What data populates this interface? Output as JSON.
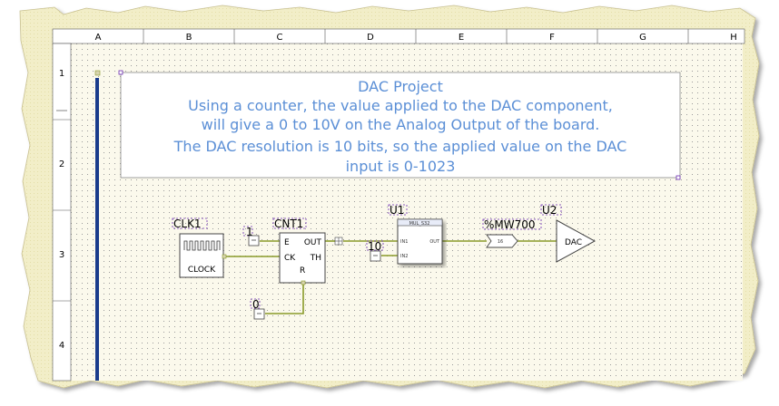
{
  "columns": [
    "A",
    "B",
    "C",
    "D",
    "E",
    "F",
    "G",
    "H"
  ],
  "rows": [
    "1",
    "2",
    "3",
    "4"
  ],
  "comment": {
    "lines": [
      "DAC Project",
      "Using a counter, the value applied to the DAC component,",
      "will give a 0 to 10V on the Analog Output of the board.",
      "The DAC resolution is 10 bits, so the applied value on the DAC",
      "input is 0-1023"
    ],
    "text_color": "#5b8fd6"
  },
  "clock": {
    "label": "CLK1",
    "body_text": "CLOCK",
    "icon": "square-wave-icon"
  },
  "const_one": {
    "value": "1"
  },
  "const_zero": {
    "value": "0"
  },
  "const_ten": {
    "value": "10"
  },
  "counter": {
    "label": "CNT1",
    "pin_e": "E",
    "pin_ck": "CK",
    "pin_r": "R",
    "pin_out": "OUT",
    "pin_th": "TH"
  },
  "multiplier": {
    "label": "U1",
    "title": "MUL_S32",
    "pin_in1": "IN1",
    "pin_in2": "IN2",
    "pin_out": "OUT"
  },
  "memory": {
    "label": "%MW700",
    "body_text": "16"
  },
  "dac": {
    "label": "U2",
    "body_text": "DAC"
  },
  "colors": {
    "wire": "#8a9a2a",
    "grid_dot": "#9a9a9a",
    "selection": "#6a2ab0",
    "rail": "#1a3c8c"
  }
}
